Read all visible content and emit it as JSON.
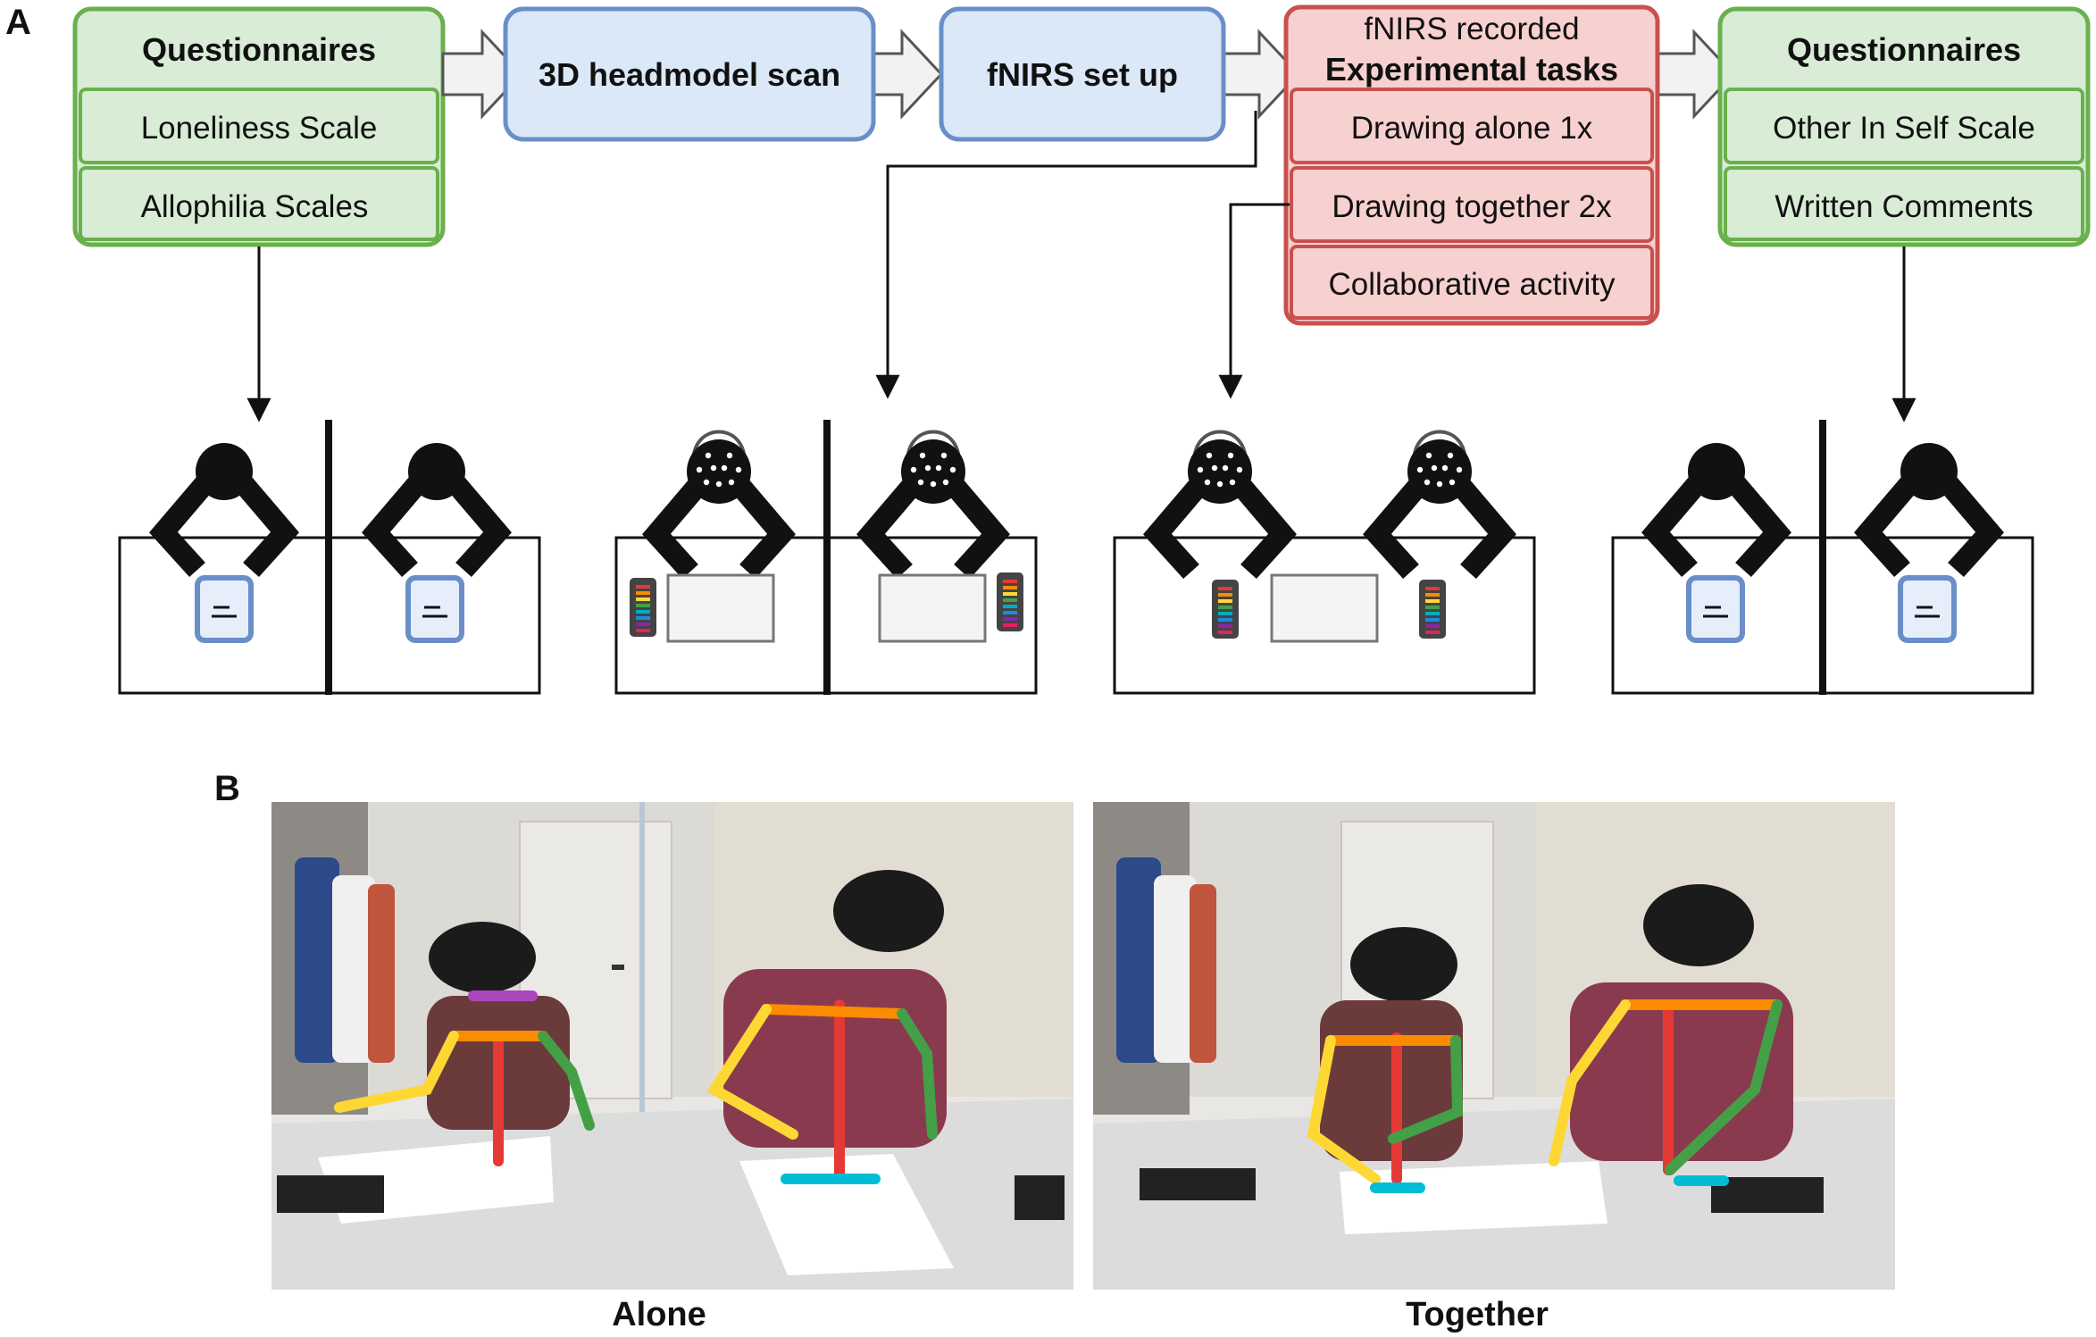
{
  "panels": {
    "a": "A",
    "b": "B"
  },
  "flow": {
    "pre_questionnaires": {
      "title": "Questionnaires",
      "items": [
        "Loneliness Scale",
        "Allophilia Scales"
      ]
    },
    "headmodel_scan": "3D headmodel scan",
    "fnirs_setup": "fNIRS set up",
    "experimental": {
      "subtitle": "fNIRS recorded",
      "title": "Experimental tasks",
      "items": [
        "Drawing alone 1x",
        "Drawing together 2x",
        "Collaborative activity"
      ]
    },
    "post_questionnaires": {
      "title": "Questionnaires",
      "items": [
        "Other In Self Scale",
        "Written Comments"
      ]
    }
  },
  "photos": {
    "alone_caption": "Alone",
    "together_caption": "Together"
  },
  "colors": {
    "green_fill": "#d8ecd6",
    "green_stroke": "#6ab04c",
    "blue_fill": "#dbe8f7",
    "blue_stroke": "#6a8fc8",
    "red_fill": "#f7d0d0",
    "red_stroke": "#c9504d",
    "figure": "#111111"
  },
  "icons": [
    "silhouette-icon",
    "fnirs-cap-icon",
    "tablet-icon",
    "crayon-box-icon",
    "pose-skeleton-overlay"
  ]
}
